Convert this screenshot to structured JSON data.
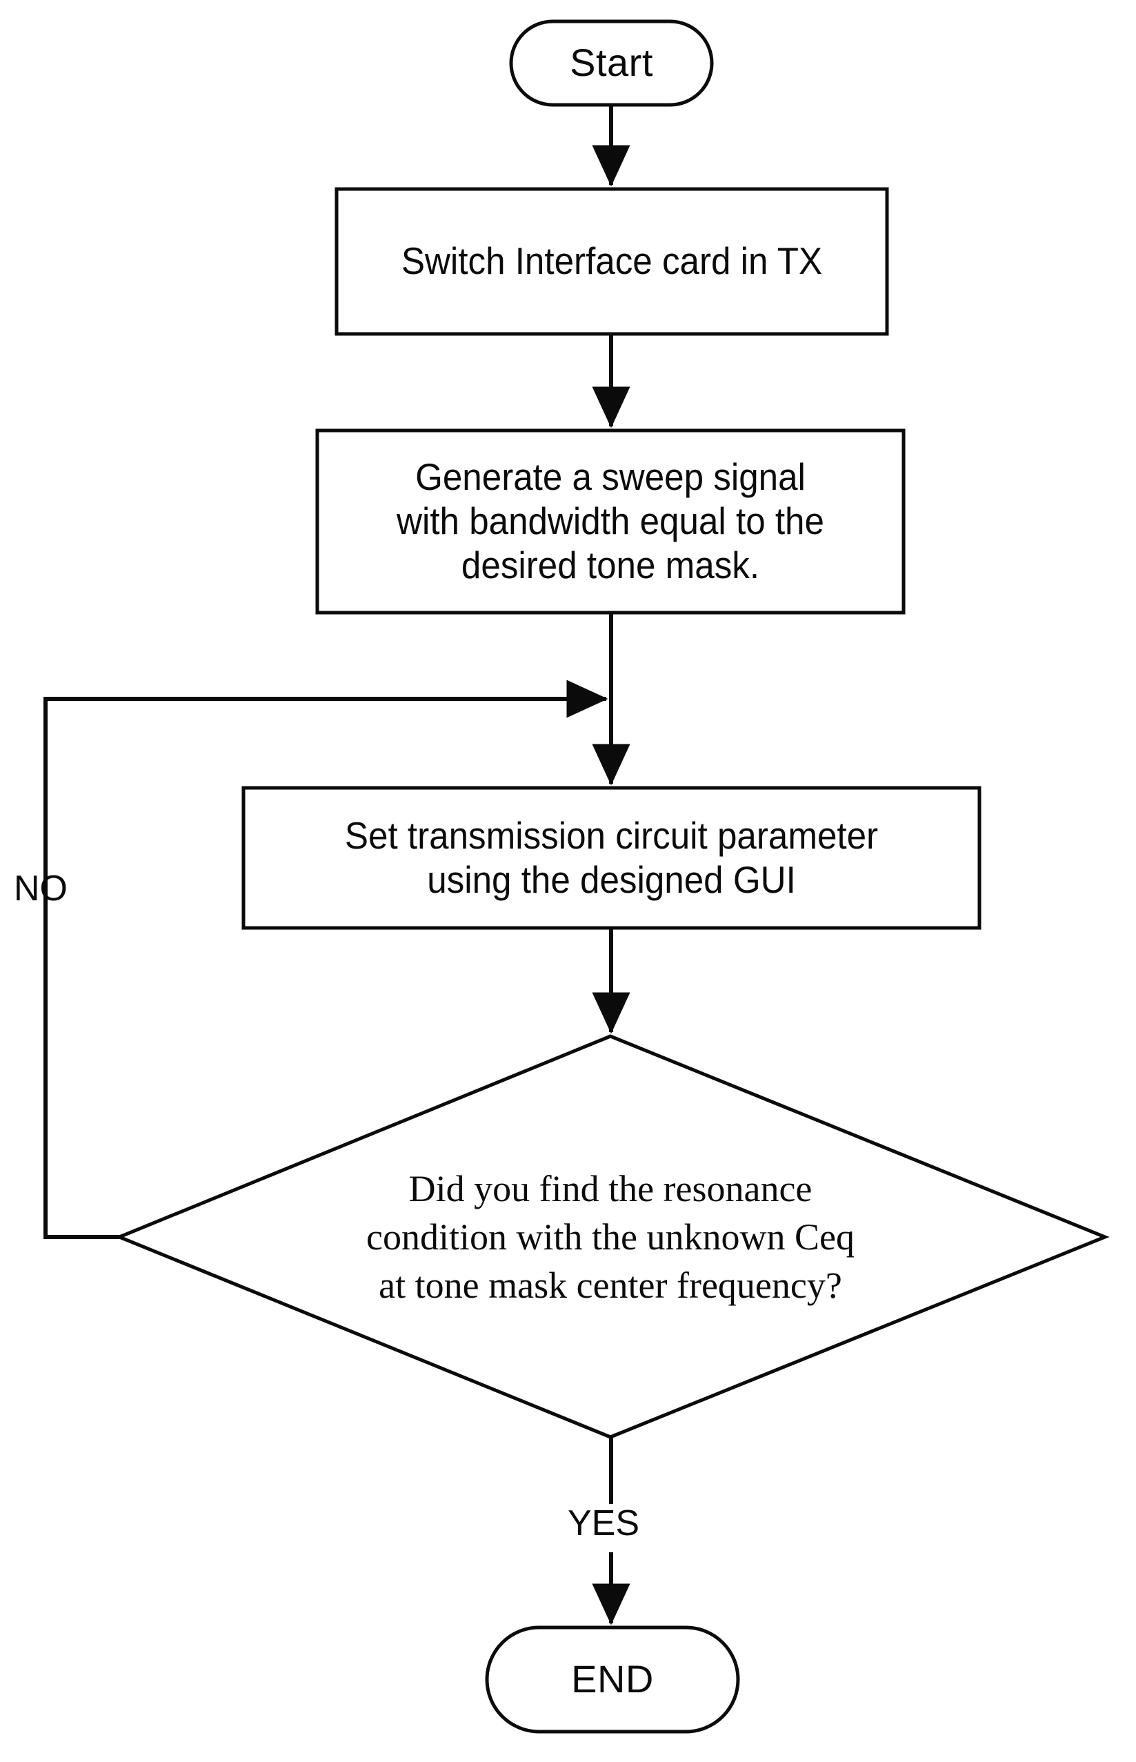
{
  "diagram": {
    "type": "flowchart",
    "orientation": "top-to-bottom",
    "background_color": "#ffffff",
    "stroke_color": "#0b0b0b",
    "text_color": "#0b0b0b",
    "nodes": [
      {
        "id": "start",
        "shape": "terminator",
        "label": "Start"
      },
      {
        "id": "switch_tx",
        "shape": "process",
        "label": "Switch Interface card in TX"
      },
      {
        "id": "sweep",
        "shape": "process",
        "label": "Generate a sweep signal\nwith bandwidth equal to the\ndesired tone mask."
      },
      {
        "id": "set_params",
        "shape": "process",
        "label": "Set transmission circuit parameter\nusing the designed GUI"
      },
      {
        "id": "decision",
        "shape": "decision",
        "label": "Did you find the resonance\ncondition with the unknown Ceq\nat tone mask center frequency?"
      },
      {
        "id": "end",
        "shape": "terminator",
        "label": "END"
      }
    ],
    "edges": [
      {
        "id": "e1",
        "from": "start",
        "to": "switch_tx",
        "label": ""
      },
      {
        "id": "e2",
        "from": "switch_tx",
        "to": "sweep",
        "label": ""
      },
      {
        "id": "e3",
        "from": "sweep",
        "to": "set_params",
        "label": ""
      },
      {
        "id": "e4",
        "from": "set_params",
        "to": "decision",
        "label": ""
      },
      {
        "id": "e5",
        "from": "decision",
        "to": "set_params",
        "label": "NO"
      },
      {
        "id": "e6",
        "from": "decision",
        "to": "end",
        "label": "YES"
      }
    ],
    "edge_labels": {
      "no": "NO",
      "yes": "YES"
    }
  }
}
